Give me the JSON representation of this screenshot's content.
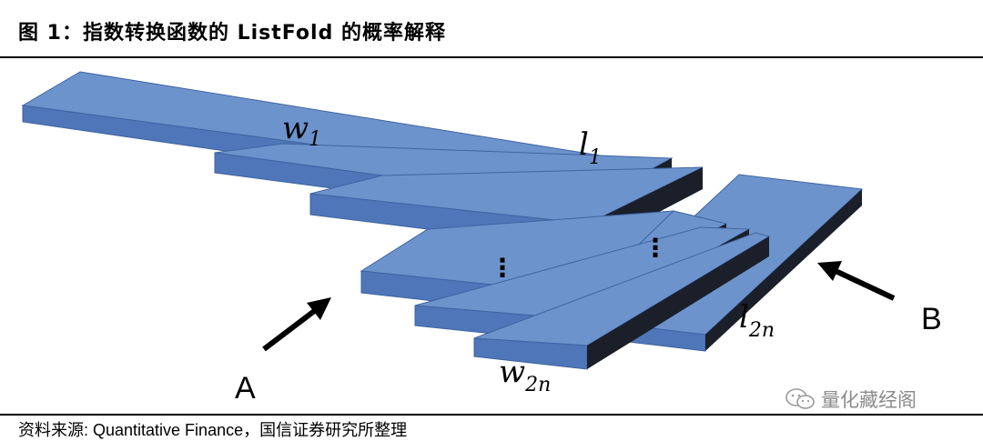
{
  "figure": {
    "title": "图 1：指数转换函数的 ListFold 的概率解释",
    "source": "资料来源: Quantitative Finance，国信证券研究所整理"
  },
  "diagram": {
    "labels": {
      "w1": "w",
      "w1_sub": "1",
      "l1": "l",
      "l1_sub": "1",
      "l2n": "l",
      "l2n_sub": "2n",
      "w2n": "w",
      "w2n_sub": "2n",
      "A": "A",
      "B": "B",
      "dots_upper": "⋮",
      "dots_lower": "⋮"
    },
    "colors": {
      "top": "#6d93cc",
      "front": "#4e76b8",
      "side": "#1a1f2a",
      "outline": "#3f64a3",
      "arrow": "#000000"
    }
  },
  "watermark": {
    "icon": "wechat-icon",
    "text": "量化藏经阁"
  }
}
